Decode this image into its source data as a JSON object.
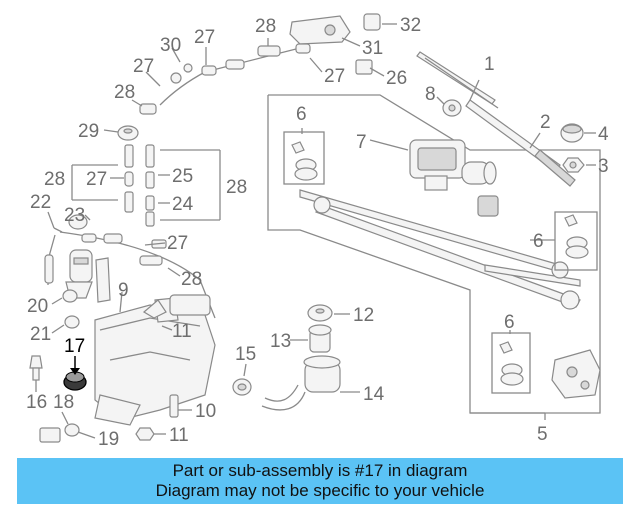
{
  "diagram": {
    "callouts": [
      "1",
      "2",
      "3",
      "4",
      "5",
      "6",
      "6",
      "6",
      "7",
      "8",
      "9",
      "10",
      "11",
      "11",
      "12",
      "13",
      "14",
      "15",
      "16",
      "17",
      "18",
      "19",
      "20",
      "21",
      "22",
      "23",
      "24",
      "25",
      "26",
      "27",
      "27",
      "27",
      "27",
      "27",
      "28",
      "28",
      "28",
      "28",
      "28",
      "29",
      "30",
      "31",
      "32"
    ],
    "highlighted_part": "17",
    "highlight_color": "#000000",
    "line_color": "#8a8a8a"
  },
  "banner": {
    "line1": "Part or sub-assembly is #17 in diagram",
    "line2": "Diagram may not be specific to your vehicle",
    "background": "#5bc3f5"
  }
}
